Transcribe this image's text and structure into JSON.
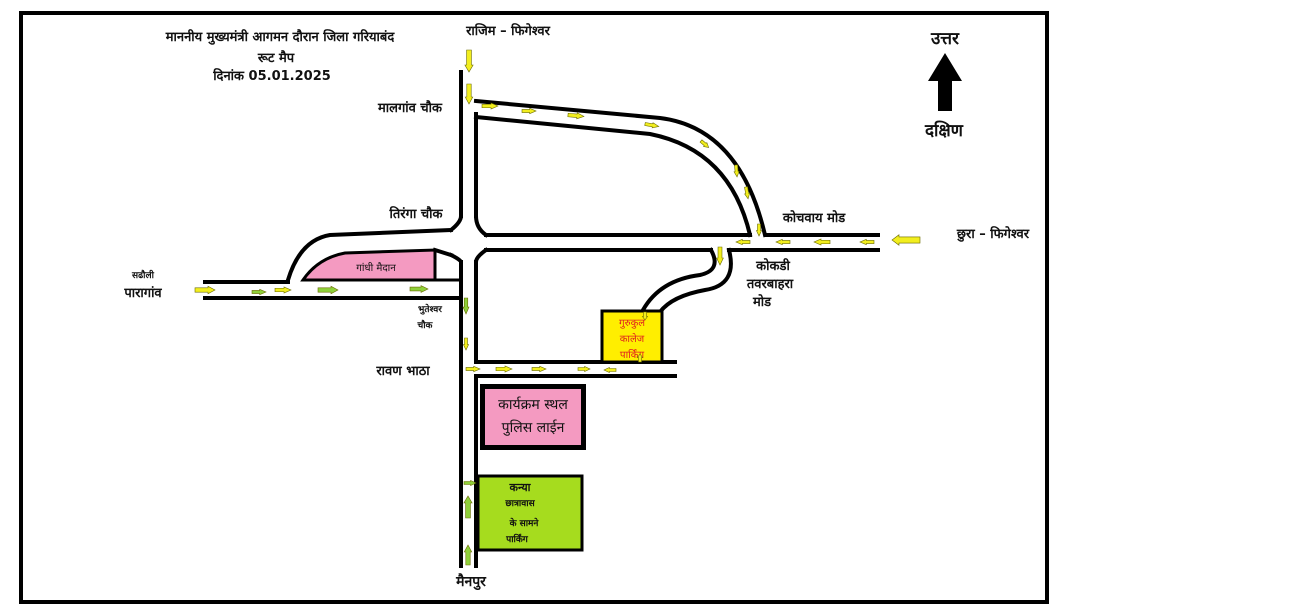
{
  "title": {
    "line1": "माननीय मुख्यमंत्री आगमन दौरान जिला गरियाबंद",
    "line2": "रूट मैप",
    "line3": "दिनांक 05.01.2025"
  },
  "compass": {
    "north_label": "उत्तर",
    "south_label": "दक्षिण",
    "icon": "north-arrow-icon"
  },
  "places": {
    "rajim_fingeshwar": "राजिम – फिगेश्वर",
    "malgaon_chowk": "मालगांव चौक",
    "tiranga_chowk": "तिरंगा चौक",
    "kochway_mod": "कोचवाय मोड",
    "chhura_fingeshwar": "छुरा – फिगेश्वर",
    "kokdi_line1": "कोकडी",
    "kokdi_line2": "तवरबाहरा",
    "kokdi_line3": "मोड",
    "sadhauli": "सढौली",
    "paragaon": "पारागांव",
    "bhuteshwar_line1": "भुतेश्वर",
    "bhuteshwar_line2": "चौक",
    "ravan_bhatha": "रावण भाठा",
    "mainpur": "मैनपुर"
  },
  "zones": {
    "gandhi_maidan": "गांधी मैदान",
    "gurukul_line1": "गुरुकुल",
    "gurukul_line2": "कालेज",
    "gurukul_line3": "पार्किंग",
    "venue_line1": "कार्यक्रम स्थल",
    "venue_line2": "पुलिस लाईन",
    "kanya_line1": "कन्या",
    "kanya_line2": "छात्रावास",
    "kanya_line3": "के सामने",
    "kanya_line4": "पार्किंग"
  },
  "colors": {
    "arrow_yellow": "#f2ee1e",
    "arrow_green": "#8fd03a",
    "gandhi_maidan_fill": "#f49ac1",
    "venue_fill": "#f49ac1",
    "gurukul_fill": "#ffee00",
    "gurukul_text": "#e0201f",
    "kanya_fill": "#a6dc1e",
    "road": "#000000"
  }
}
